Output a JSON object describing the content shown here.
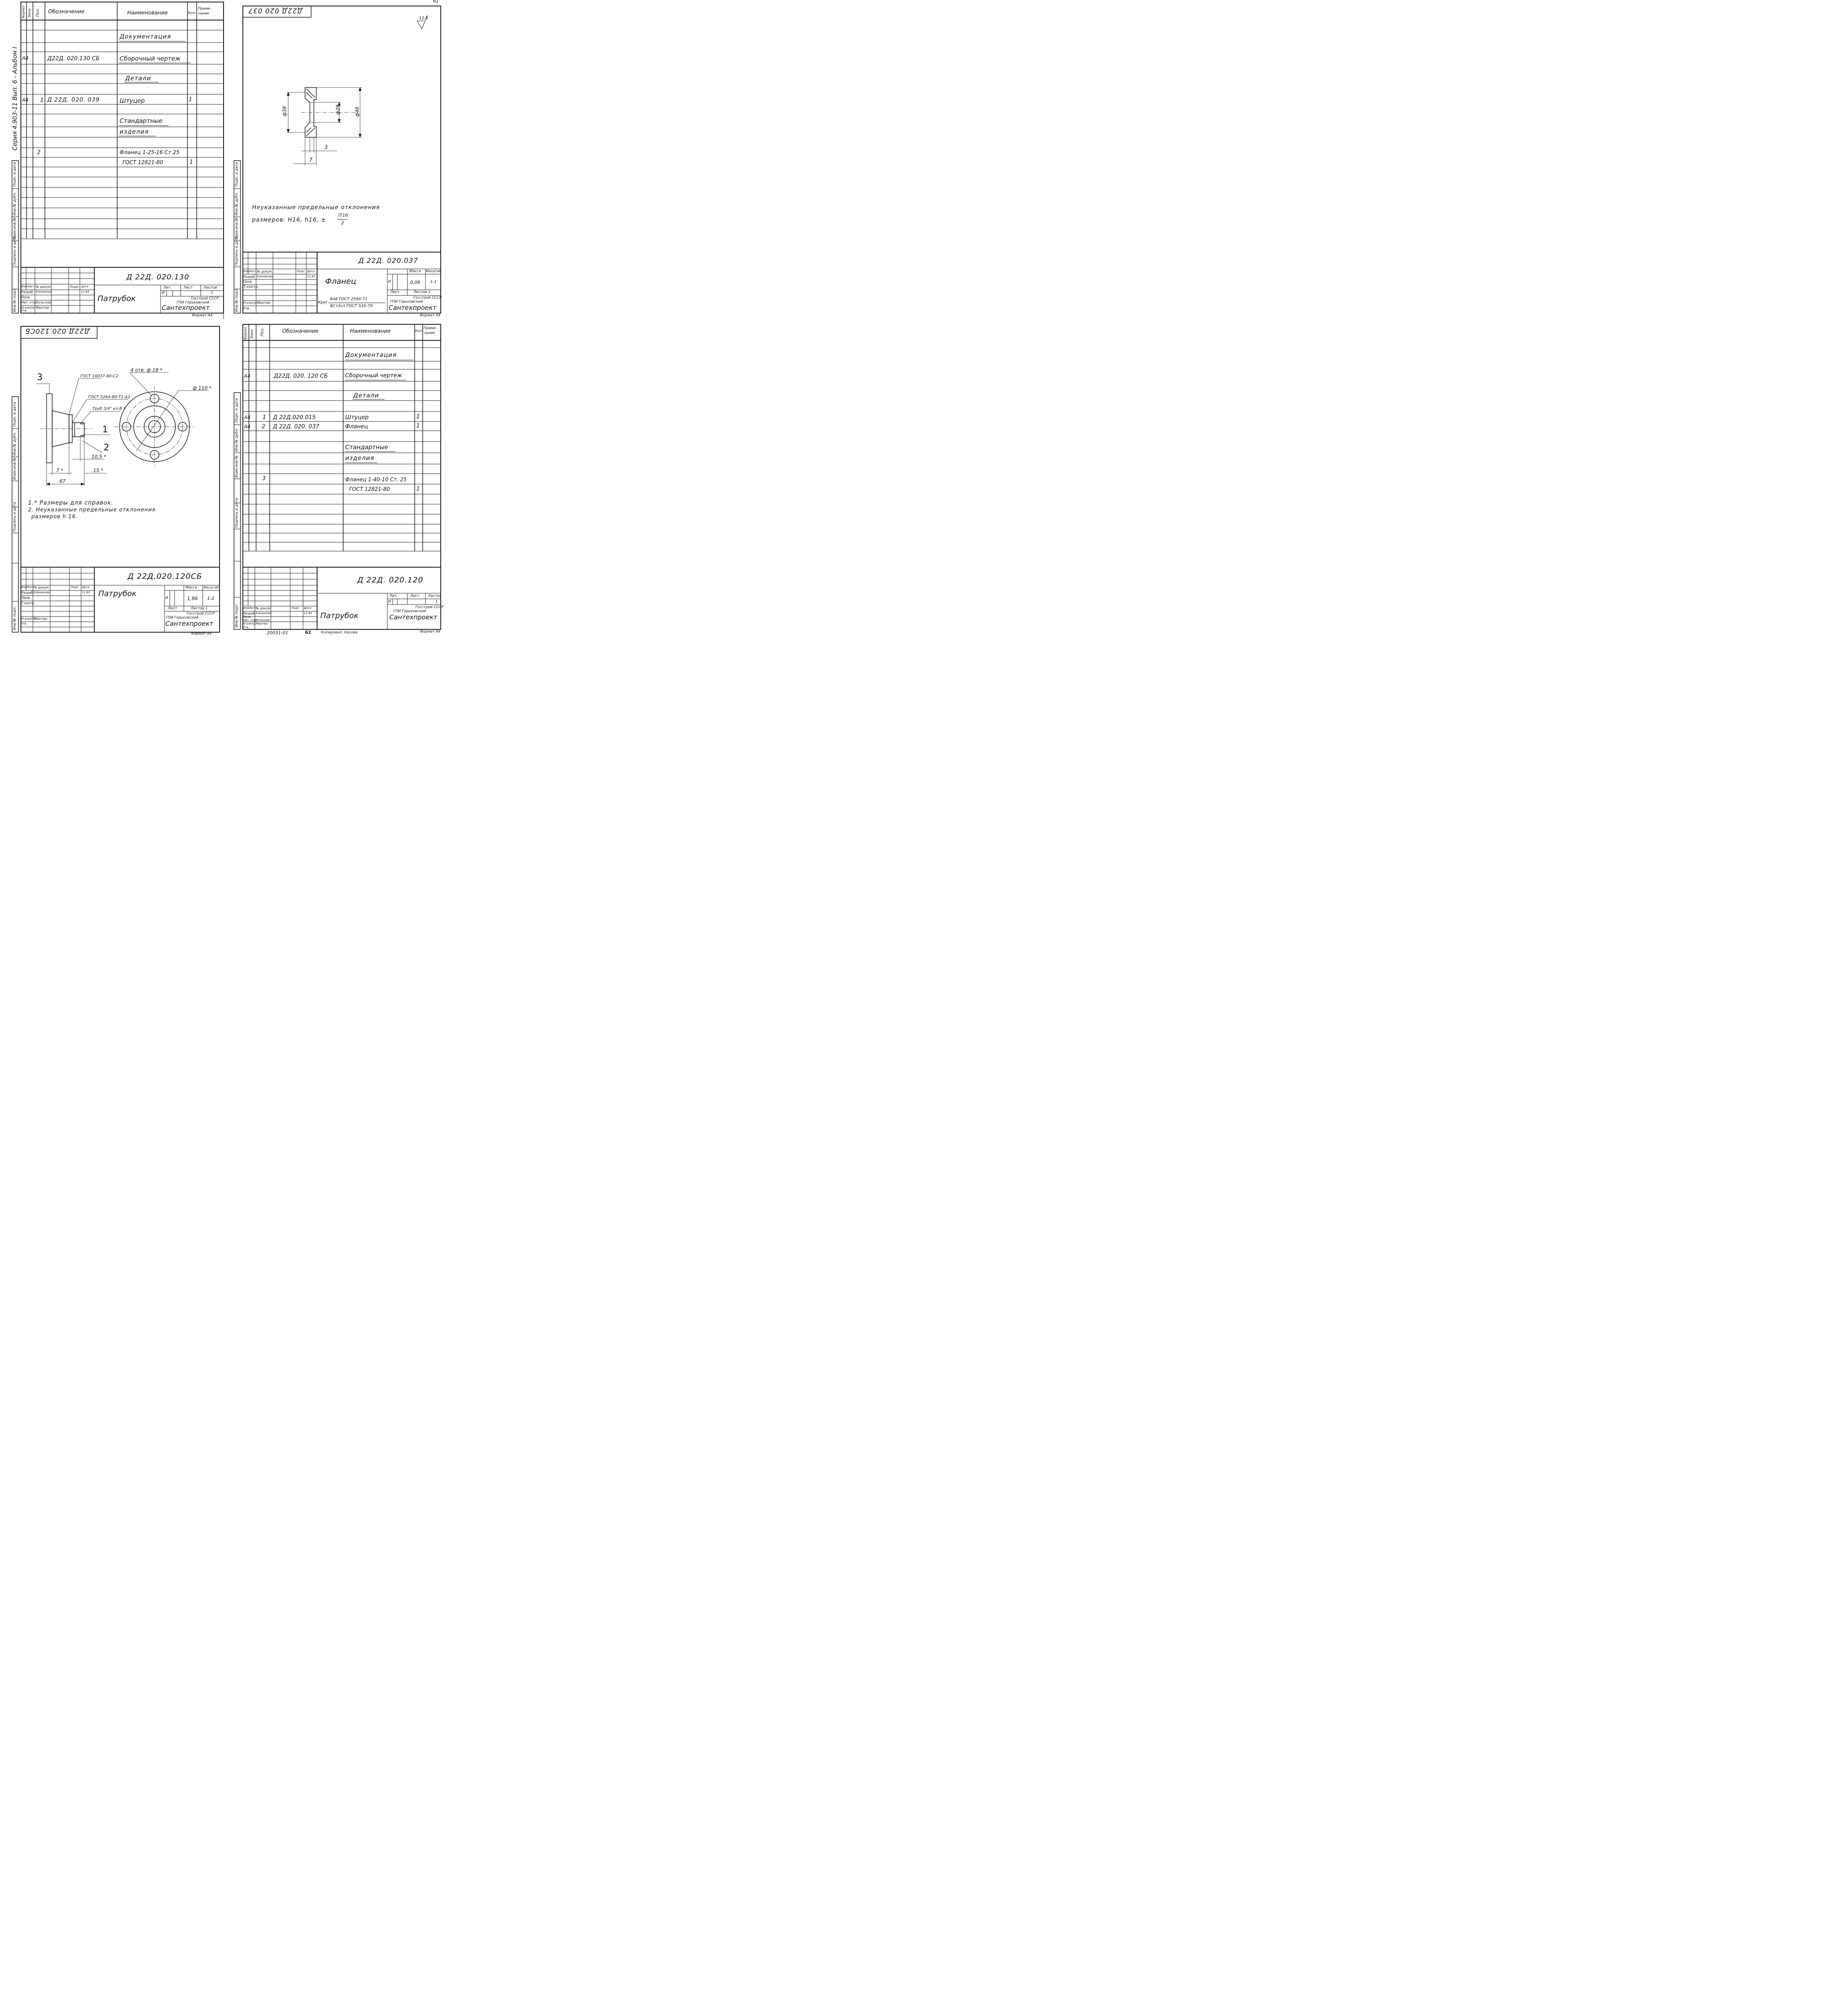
{
  "corner_page": "61",
  "s1": {
    "headers": {
      "format": "Формат",
      "zone": "Зона",
      "pos": "Поз.",
      "designation": "Обозначение",
      "name": "Наименование",
      "qty": "Кол.",
      "note": "Приме- чание"
    },
    "rows": [
      {
        "name": "Документация",
        "underline": true
      },
      {
        "format": "А4",
        "designation": "Д22Д. 020.130 СБ",
        "name": "Сборочный чертеж",
        "underline": true
      },
      {
        "name": "Детали",
        "underline": true
      },
      {
        "format": "А4",
        "pos": "1",
        "designation": "Д 22Д. 020. 039",
        "name": "Штуцер",
        "qty": "1"
      },
      {
        "name": "Стандартные",
        "underline": true
      },
      {
        "name": "изделия",
        "underline": true
      },
      {
        "pos": "2",
        "name": "Фланец 1-25-16 Ст 25"
      },
      {
        "name": "ГОСТ 12821-80",
        "qty": "1"
      }
    ],
    "side_title": "Серия 4.903-11 Вып. 6 - Альбом I",
    "doc": "Д 22Д. 020.130",
    "title": "Патрубок",
    "org": [
      "Госстрой СССР",
      "ГПИ Горьковский",
      "Сантехпроект"
    ],
    "format": "Формат А4",
    "lit_head": [
      "Лит.",
      "Лист",
      "Листов"
    ],
    "lit_vals": [
      "И",
      "",
      "1"
    ]
  },
  "stamp": {
    "izm": "Изм.",
    "list": "Лист",
    "ndoc": "№ докум.",
    "podp": "Подп.",
    "data": "Дата",
    "razrab": "Разраб.",
    "prob": "Пров.",
    "tkontr": "Т.контр.",
    "nach": "Нач. отд.",
    "nkontr": "Н.контр.",
    "utv": "Утв.",
    "n_elin": "Елиникова",
    "n_vol": "Вольский",
    "n_mun": "Мюнтер",
    "date": "11.83",
    "massa": "Масса",
    "masshtab": "Масштаб"
  },
  "left_strip": [
    "Инв.№ подл.",
    "Подпись и дата",
    "Взам.инв.№",
    "Инв.№ дубл.",
    "Подп. и дата"
  ],
  "s2": {
    "mirror": "Д22Д 020 037",
    "rough": "12,5",
    "dims": {
      "d38": "ф38",
      "d28": "ф28",
      "d46": "ф46",
      "t3": "3",
      "t7": "7"
    },
    "note1": "Неуказанные предельные отклонения",
    "note2a": "размеров: Н16, h16, ±",
    "note2n": "IT16",
    "note2d": "2",
    "doc": "Д 22Д. 020.037",
    "title": "Фланец",
    "lit": "И",
    "mass": "0,08",
    "scale": "1:1",
    "list": "Лист",
    "listov": "Листов 1",
    "material_pre": "Круг",
    "material1": "848 ГОСТ 2590-71",
    "material2": "ВСт3сп ГОСТ 535-79",
    "org": [
      "Госстрой СССР",
      "ГПИ Горьковский",
      "Сантехпроект"
    ],
    "format": "Формат А4"
  },
  "s3": {
    "mirror": "Д22Д.020.120СБ",
    "labels": {
      "p3": "3",
      "p1": "1",
      "p2": "2",
      "g1": "ГОСТ 16037-80-С2",
      "g2": "ГОСТ 5264-80-Т1-Δ3",
      "tube": "Труб 3/4\" кл.В *",
      "holes": "4 отв. ф 18 *",
      "d110": "ф 110 *",
      "d105": "10,5 *",
      "d7": "7 *",
      "d15": "15 *",
      "d67": "67"
    },
    "notes": [
      "1.* Размеры для справок.",
      "2. Неуказанные предельные отклонения",
      "размеров h 16."
    ],
    "doc": "Д 22Д.020.120СБ",
    "title": "Патрубок",
    "lit": "И",
    "mass": "1,96",
    "scale": "1:2",
    "list": "Лист",
    "listov": "Листов 1",
    "org": [
      "Госстрой СССР",
      "ГПИ Горьковский",
      "Сантехпроект"
    ],
    "format": "Формат А4"
  },
  "s4": {
    "rows": [
      {
        "name": "Документация",
        "underline": true
      },
      {
        "format": "А4",
        "designation": "Д22Д. 020. 120 СБ",
        "name": "Сборочный чертеж",
        "underline": true
      },
      {
        "name": "Детали",
        "underline": true
      },
      {
        "format": "А4",
        "pos": "1",
        "designation": "Д 22Д.020.015",
        "name": "Штуцер",
        "qty": "1"
      },
      {
        "format": "А4",
        "pos": "2",
        "designation": "Д 22Д. 020. 037",
        "name": "Фланец",
        "qty": "1"
      },
      {
        "name": "Стандартные",
        "underline": true
      },
      {
        "name": "изделия",
        "underline": true
      },
      {
        "pos": "3",
        "name": "Фланец 1-40-10 Ст. 25"
      },
      {
        "name": "ГОСТ 12821-80",
        "qty": "1"
      }
    ],
    "doc": "Д 22Д. 020.120",
    "title": "Патрубок",
    "lit_head": [
      "Лит.",
      "Лист",
      "Листов"
    ],
    "lit_vals": [
      "И",
      "",
      "1"
    ],
    "org": [
      "Госстрой СССР",
      "ГПИ Горьковский",
      "Сантехпроект"
    ],
    "format": "Формат А4",
    "footer_num": "20031-01",
    "footer_page": "62",
    "footer_copy": "Копировал: Носова"
  }
}
